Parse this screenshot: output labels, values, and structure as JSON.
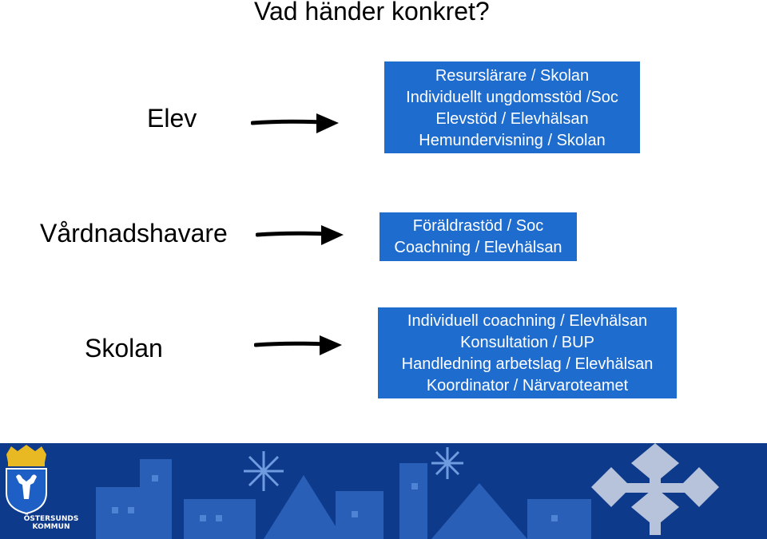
{
  "title": "Vad händer konkret?",
  "rows": [
    {
      "label": "Elev",
      "items": [
        "Resurslärare / Skolan",
        "Individuellt ungdomsstöd /Soc",
        "Elevstöd / Elevhälsan",
        "Hemundervisning / Skolan"
      ]
    },
    {
      "label": "Vårdnadshavare",
      "items": [
        "Föräldrastöd / Soc",
        "Coachning / Elevhälsan"
      ]
    },
    {
      "label": "Skolan",
      "items": [
        "Individuell coachning / Elevhälsan",
        "Konsultation / BUP",
        "Handledning arbetslag / Elevhälsan",
        "Koordinator / Närvaroteamet"
      ]
    }
  ],
  "footer": {
    "logo_text_line1": "ÖSTERSUNDS",
    "logo_text_line2": "KOMMUN"
  },
  "colors": {
    "box_blue": "#1f6ccf",
    "footer_blue": "#0e3a8c"
  }
}
